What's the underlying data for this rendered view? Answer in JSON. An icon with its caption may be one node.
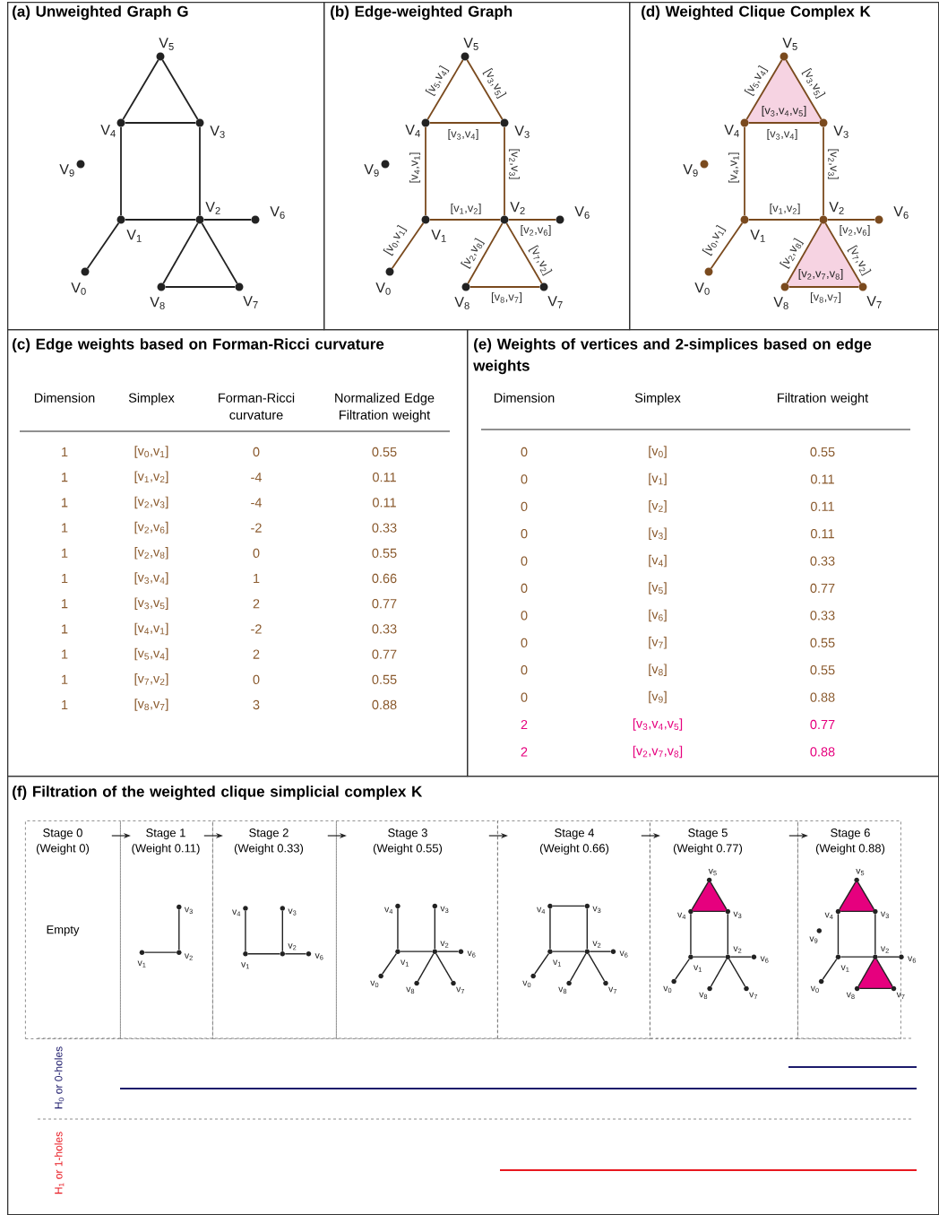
{
  "diagram": {
    "nodes": [
      {
        "text": [
          "(a) Unweighted Graph G"
        ]
      },
      {
        "text": [],
        "shape": "circle",
        "beside": [
          "V$_{5}$"
        ],
        "in": 0
      },
      {
        "text": [],
        "shape": "circle",
        "beside": [
          "V$_{4}$"
        ],
        "in": 0
      },
      {
        "text": [],
        "shape": "circle",
        "beside": [
          "V$_{3}$"
        ],
        "in": 0
      },
      {
        "text": [],
        "shape": "circle",
        "beside": [
          "V$_{9}$"
        ],
        "in": 0
      },
      {
        "text": [],
        "shape": "circle",
        "beside": [
          "V$_{1}$"
        ],
        "in": 0
      },
      {
        "text": [],
        "shape": "circle",
        "beside": [
          "V$_{2}$"
        ],
        "in": 0
      },
      {
        "text": [],
        "shape": "circle",
        "beside": [
          "V$_{6}$"
        ],
        "in": 0
      },
      {
        "text": [],
        "shape": "circle",
        "beside": [
          "V$_{0}$"
        ],
        "in": 0
      },
      {
        "text": [],
        "shape": "circle",
        "beside": [
          "V$_{8}$"
        ],
        "in": 0
      },
      {
        "text": [],
        "shape": "circle",
        "beside": [
          "V$_{7}$"
        ],
        "in": 0
      },
      {
        "text": [
          "(b) Edge-weighted Graph"
        ]
      },
      {
        "text": [],
        "shape": "circle",
        "beside": [
          "V$_{5}$"
        ],
        "in": 11
      },
      {
        "text": [],
        "shape": "circle",
        "beside": [
          "V$_{4}$"
        ],
        "in": 11
      },
      {
        "text": [],
        "shape": "circle",
        "beside": [
          "V$_{3}$"
        ],
        "in": 11
      },
      {
        "text": [],
        "shape": "circle",
        "beside": [
          "V$_{9}$"
        ],
        "in": 11
      },
      {
        "text": [],
        "shape": "circle",
        "beside": [
          "V$_{1}$"
        ],
        "in": 11
      },
      {
        "text": [],
        "shape": "circle",
        "beside": [
          "V$_{2}$"
        ],
        "in": 11
      },
      {
        "text": [],
        "shape": "circle",
        "beside": [
          "V$_{6}$"
        ],
        "in": 11
      },
      {
        "text": [],
        "shape": "circle",
        "beside": [
          "V$_{0}$"
        ],
        "in": 11
      },
      {
        "text": [],
        "shape": "circle",
        "beside": [
          "V$_{8}$"
        ],
        "in": 11
      },
      {
        "text": [],
        "shape": "circle",
        "beside": [
          "V$_{7}$"
        ],
        "in": 11
      },
      {
        "text": [
          "(d) Weighted Clique Complex K"
        ]
      },
      {
        "text": [
          "[v$_{3}$,v$_{4}$,v$_{5}$]"
        ],
        "in": 22
      },
      {
        "text": [
          "[v$_{2}$,v$_{7}$,v$_{8}$]"
        ],
        "in": 22
      },
      {
        "text": [],
        "shape": "circle",
        "beside": [
          "V$_{5}$"
        ],
        "in": 22
      },
      {
        "text": [],
        "shape": "circle",
        "beside": [
          "V$_{4}$"
        ],
        "in": 22
      },
      {
        "text": [],
        "shape": "circle",
        "beside": [
          "V$_{3}$"
        ],
        "in": 22
      },
      {
        "text": [],
        "shape": "circle",
        "beside": [
          "V$_{9}$"
        ],
        "in": 22
      },
      {
        "text": [],
        "shape": "circle",
        "beside": [
          "V$_{1}$"
        ],
        "in": 22
      },
      {
        "text": [],
        "shape": "circle",
        "beside": [
          "V$_{2}$"
        ],
        "in": 22
      },
      {
        "text": [],
        "shape": "circle",
        "beside": [
          "V$_{6}$"
        ],
        "in": 22
      },
      {
        "text": [],
        "shape": "circle",
        "beside": [
          "V$_{0}$"
        ],
        "in": 22
      },
      {
        "text": [],
        "shape": "circle",
        "beside": [
          "V$_{8}$"
        ],
        "in": 22
      },
      {
        "text": [],
        "shape": "circle",
        "beside": [
          "V$_{7}$"
        ],
        "in": 22
      },
      {
        "text": [
          "(c) Edge weights based on Forman-Ricci curvature"
        ]
      },
      {
        "text": [
          "(e) Weights of vertices and 2-simplices based on edge weights"
        ]
      },
      {
        "text": [
          "(f) Filtration of the weighted clique simplicial complex K"
        ]
      },
      {
        "text": [
          "Stage 0",
          "(Weight 0)",
          "Empty"
        ],
        "in": 37
      },
      {
        "text": [
          "Stage 1",
          "(Weight 0.11)"
        ],
        "in": 37
      },
      {
        "text": [],
        "shape": "circle",
        "beside": [
          "v$_{3}$"
        ],
        "in": 39
      },
      {
        "text": [],
        "shape": "circle",
        "beside": [
          "v$_{1}$"
        ],
        "in": 39
      },
      {
        "text": [],
        "shape": "circle",
        "beside": [
          "v$_{2}$"
        ],
        "in": 39
      },
      {
        "text": [
          "Stage 2",
          "(Weight 0.33)"
        ],
        "in": 37
      },
      {
        "text": [],
        "shape": "circle",
        "beside": [
          "v$_{4}$"
        ],
        "in": 43
      },
      {
        "text": [],
        "shape": "circle",
        "beside": [
          "v$_{3}$"
        ],
        "in": 43
      },
      {
        "text": [],
        "shape": "circle",
        "beside": [
          "v$_{1}$"
        ],
        "in": 43
      },
      {
        "text": [],
        "shape": "circle",
        "beside": [
          "v$_{2}$"
        ],
        "in": 43
      },
      {
        "text": [],
        "shape": "circle",
        "beside": [
          "v$_{6}$"
        ],
        "in": 43
      },
      {
        "text": [
          "Stage 3",
          "(Weight 0.55)"
        ],
        "in": 37
      },
      {
        "text": [],
        "shape": "circle",
        "beside": [
          "v$_{4}$"
        ],
        "in": 49
      },
      {
        "text": [],
        "shape": "circle",
        "beside": [
          "v$_{3}$"
        ],
        "in": 49
      },
      {
        "text": [],
        "shape": "circle",
        "beside": [
          "v$_{1}$"
        ],
        "in": 49
      },
      {
        "text": [],
        "shape": "circle",
        "beside": [
          "v$_{2}$"
        ],
        "in": 49
      },
      {
        "text": [],
        "shape": "circle",
        "beside": [
          "v$_{6}$"
        ],
        "in": 49
      },
      {
        "text": [],
        "shape": "circle",
        "beside": [
          "v$_{0}$"
        ],
        "in": 49
      },
      {
        "text": [],
        "shape": "circle",
        "beside": [
          "v$_{8}$"
        ],
        "in": 49
      },
      {
        "text": [],
        "shape": "circle",
        "beside": [
          "v$_{7}$"
        ],
        "in": 49
      },
      {
        "text": [
          "Stage 4",
          "(Weight 0.66)"
        ],
        "in": 37
      },
      {
        "text": [],
        "shape": "circle",
        "beside": [
          "v$_{4}$"
        ],
        "in": 58
      },
      {
        "text": [],
        "shape": "circle",
        "beside": [
          "v$_{3}$"
        ],
        "in": 58
      },
      {
        "text": [],
        "shape": "circle",
        "beside": [
          "v$_{1}$"
        ],
        "in": 58
      },
      {
        "text": [],
        "shape": "circle",
        "beside": [
          "v$_{2}$"
        ],
        "in": 58
      },
      {
        "text": [],
        "shape": "circle",
        "beside": [
          "v$_{6}$"
        ],
        "in": 58
      },
      {
        "text": [],
        "shape": "circle",
        "beside": [
          "v$_{0}$"
        ],
        "in": 58
      },
      {
        "text": [],
        "shape": "circle",
        "beside": [
          "v$_{8}$"
        ],
        "in": 58
      },
      {
        "text": [],
        "shape": "circle",
        "beside": [
          "v$_{7}$"
        ],
        "in": 58
      },
      {
        "text": [
          "Stage 5",
          "(Weight 0.77)"
        ],
        "in": 37
      },
      {
        "text": [],
        "shape": "triangle",
        "in": 67
      },
      {
        "text": [],
        "shape": "circle",
        "beside": [
          "v$_{5}$"
        ],
        "in": 67
      },
      {
        "text": [],
        "shape": "circle",
        "beside": [
          "v$_{4}$"
        ],
        "in": 67
      },
      {
        "text": [],
        "shape": "circle",
        "beside": [
          "v$_{3}$"
        ],
        "in": 67
      },
      {
        "text": [],
        "shape": "circle",
        "beside": [
          "v$_{1}$"
        ],
        "in": 67
      },
      {
        "text": [],
        "shape": "circle",
        "beside": [
          "v$_{2}$"
        ],
        "in": 67
      },
      {
        "text": [],
        "shape": "circle",
        "beside": [
          "v$_{6}$"
        ],
        "in": 67
      },
      {
        "text": [],
        "shape": "circle",
        "beside": [
          "v$_{0}$"
        ],
        "in": 67
      },
      {
        "text": [],
        "shape": "circle",
        "beside": [
          "v$_{8}$"
        ],
        "in": 67
      },
      {
        "text": [],
        "shape": "circle",
        "beside": [
          "v$_{7}$"
        ],
        "in": 67
      },
      {
        "text": [
          "Stage 6",
          "(Weight 0.88)"
        ],
        "in": 37
      },
      {
        "text": [],
        "shape": "triangle",
        "in": 78
      },
      {
        "text": [],
        "shape": "triangle",
        "in": 78
      },
      {
        "text": [],
        "shape": "circle",
        "beside": [
          "v$_{5}$"
        ],
        "in": 78
      },
      {
        "text": [],
        "shape": "circle",
        "beside": [
          "v$_{4}$"
        ],
        "in": 78
      },
      {
        "text": [],
        "shape": "circle",
        "beside": [
          "v$_{3}$"
        ],
        "in": 78
      },
      {
        "text": [],
        "shape": "circle",
        "beside": [
          "v$_{9}$"
        ],
        "in": 78
      },
      {
        "text": [],
        "shape": "circle",
        "beside": [
          "v$_{1}$"
        ],
        "in": 78
      },
      {
        "text": [],
        "shape": "circle",
        "beside": [
          "v$_{2}$"
        ],
        "in": 78
      },
      {
        "text": [],
        "shape": "circle",
        "beside": [
          "v$_{6}$"
        ],
        "in": 78
      },
      {
        "text": [],
        "shape": "circle",
        "beside": [
          "v$_{0}$"
        ],
        "in": 78
      },
      {
        "text": [],
        "shape": "circle",
        "beside": [
          "v$_{8}$"
        ],
        "in": 78
      },
      {
        "text": [],
        "shape": "circle",
        "beside": [
          "v$_{7}$"
        ],
        "in": 78
      }
    ],
    "edges": [
      {
        "from": 1,
        "to": 2,
        "arrow": "none"
      },
      {
        "from": 1,
        "to": 3,
        "arrow": "none"
      },
      {
        "from": 2,
        "to": 3,
        "arrow": "none"
      },
      {
        "from": 2,
        "to": 5,
        "arrow": "none"
      },
      {
        "from": 3,
        "to": 6,
        "arrow": "none"
      },
      {
        "from": 5,
        "to": 6,
        "arrow": "none"
      },
      {
        "from": 6,
        "to": 7,
        "arrow": "none"
      },
      {
        "from": 5,
        "to": 8,
        "arrow": "none"
      },
      {
        "from": 6,
        "to": 9,
        "arrow": "none"
      },
      {
        "from": 6,
        "to": 10,
        "arrow": "none"
      },
      {
        "from": 9,
        "to": 10,
        "arrow": "none"
      },
      {
        "from": 12,
        "to": 13,
        "arrow": "none",
        "color": "#7a4a1e",
        "label": "[v$_{5}$,v$_{4}$]"
      },
      {
        "from": 12,
        "to": 14,
        "arrow": "none",
        "color": "#7a4a1e",
        "label": "[v$_{3}$,v$_{5}$]"
      },
      {
        "from": 13,
        "to": 14,
        "arrow": "none",
        "color": "#7a4a1e",
        "label": "[v$_{3}$,v$_{4}$]"
      },
      {
        "from": 13,
        "to": 16,
        "arrow": "none",
        "color": "#7a4a1e",
        "label": "[v$_{4}$,v$_{1}$]"
      },
      {
        "from": 14,
        "to": 17,
        "arrow": "none",
        "color": "#7a4a1e",
        "label": "[v$_{2}$,v$_{3}$]"
      },
      {
        "from": 16,
        "to": 17,
        "arrow": "none",
        "color": "#7a4a1e",
        "label": "[v$_{1}$,v$_{2}$]"
      },
      {
        "from": 17,
        "to": 18,
        "arrow": "none",
        "color": "#7a4a1e",
        "label": "[v$_{2}$,v$_{6}$]"
      },
      {
        "from": 16,
        "to": 19,
        "arrow": "none",
        "color": "#7a4a1e",
        "label": "[v$_{0}$,v$_{1}$]"
      },
      {
        "from": 17,
        "to": 20,
        "arrow": "none",
        "color": "#7a4a1e",
        "label": "[v$_{2}$,v$_{8}$]"
      },
      {
        "from": 17,
        "to": 21,
        "arrow": "none",
        "color": "#7a4a1e",
        "label": "[v$_{7}$,v$_{2}$]"
      },
      {
        "from": 20,
        "to": 21,
        "arrow": "none",
        "color": "#7a4a1e",
        "label": "[v$_{8}$,v$_{7}$]"
      },
      {
        "from": 25,
        "to": 26,
        "arrow": "none",
        "color": "#7a4a1e",
        "label": "[v$_{5}$,v$_{4}$]"
      },
      {
        "from": 25,
        "to": 27,
        "arrow": "none",
        "color": "#7a4a1e",
        "label": "[v$_{3}$,v$_{5}$]"
      },
      {
        "from": 26,
        "to": 27,
        "arrow": "none",
        "color": "#7a4a1e",
        "label": "[v$_{3}$,v$_{4}$]"
      },
      {
        "from": 26,
        "to": 29,
        "arrow": "none",
        "color": "#7a4a1e",
        "label": "[v$_{4}$,v$_{1}$]"
      },
      {
        "from": 27,
        "to": 30,
        "arrow": "none",
        "color": "#7a4a1e",
        "label": "[v$_{2}$,v$_{3}$]"
      },
      {
        "from": 29,
        "to": 30,
        "arrow": "none",
        "color": "#7a4a1e",
        "label": "[v$_{1}$,v$_{2}$]"
      },
      {
        "from": 30,
        "to": 31,
        "arrow": "none",
        "color": "#7a4a1e",
        "label": "[v$_{2}$,v$_{6}$]"
      },
      {
        "from": 29,
        "to": 32,
        "arrow": "none",
        "color": "#7a4a1e",
        "label": "[v$_{0}$,v$_{1}$]"
      },
      {
        "from": 30,
        "to": 33,
        "arrow": "none",
        "color": "#7a4a1e",
        "label": "[v$_{2}$,v$_{8}$]"
      },
      {
        "from": 30,
        "to": 34,
        "arrow": "none",
        "color": "#7a4a1e",
        "label": "[v$_{7}$,v$_{2}$]"
      },
      {
        "from": 33,
        "to": 34,
        "arrow": "none",
        "color": "#7a4a1e",
        "label": "[v$_{8}$,v$_{7}$]"
      },
      {
        "from": 38,
        "to": 39,
        "arrow": "to"
      },
      {
        "from": 39,
        "to": 43,
        "arrow": "to"
      },
      {
        "from": 43,
        "to": 49,
        "arrow": "to"
      },
      {
        "from": 49,
        "to": 58,
        "arrow": "to"
      },
      {
        "from": 58,
        "to": 67,
        "arrow": "to"
      },
      {
        "from": 67,
        "to": 78,
        "arrow": "to"
      },
      {
        "from": 41,
        "to": 42,
        "arrow": "none"
      },
      {
        "from": 40,
        "to": 42,
        "arrow": "none"
      },
      {
        "from": 44,
        "to": 46,
        "arrow": "none"
      },
      {
        "from": 46,
        "to": 47,
        "arrow": "none"
      },
      {
        "from": 45,
        "to": 47,
        "arrow": "none"
      },
      {
        "from": 47,
        "to": 48,
        "arrow": "none"
      },
      {
        "from": 50,
        "to": 52,
        "arrow": "none"
      },
      {
        "from": 52,
        "to": 53,
        "arrow": "none"
      },
      {
        "from": 51,
        "to": 53,
        "arrow": "none"
      },
      {
        "from": 53,
        "to": 54,
        "arrow": "none"
      },
      {
        "from": 52,
        "to": 55,
        "arrow": "none"
      },
      {
        "from": 53,
        "to": 56,
        "arrow": "none"
      },
      {
        "from": 53,
        "to": 57,
        "arrow": "none"
      },
      {
        "from": 59,
        "to": 60,
        "arrow": "none"
      },
      {
        "from": 59,
        "to": 61,
        "arrow": "none"
      },
      {
        "from": 60,
        "to": 62,
        "arrow": "none"
      },
      {
        "from": 61,
        "to": 62,
        "arrow": "none"
      },
      {
        "from": 62,
        "to": 63,
        "arrow": "none"
      },
      {
        "from": 61,
        "to": 64,
        "arrow": "none"
      },
      {
        "from": 62,
        "to": 65,
        "arrow": "none"
      },
      {
        "from": 62,
        "to": 66,
        "arrow": "none"
      },
      {
        "from": 69,
        "to": 70,
        "arrow": "none"
      },
      {
        "from": 69,
        "to": 71,
        "arrow": "none"
      },
      {
        "from": 70,
        "to": 71,
        "arrow": "none"
      },
      {
        "from": 70,
        "to": 72,
        "arrow": "none"
      },
      {
        "from": 71,
        "to": 73,
        "arrow": "none"
      },
      {
        "from": 72,
        "to": 73,
        "arrow": "none"
      },
      {
        "from": 73,
        "to": 74,
        "arrow": "none"
      },
      {
        "from": 72,
        "to": 75,
        "arrow": "none"
      },
      {
        "from": 73,
        "to": 76,
        "arrow": "none"
      },
      {
        "from": 73,
        "to": 77,
        "arrow": "none"
      },
      {
        "from": 81,
        "to": 82,
        "arrow": "none"
      },
      {
        "from": 81,
        "to": 83,
        "arrow": "none"
      },
      {
        "from": 82,
        "to": 83,
        "arrow": "none"
      },
      {
        "from": 82,
        "to": 85,
        "arrow": "none"
      },
      {
        "from": 83,
        "to": 86,
        "arrow": "none"
      },
      {
        "from": 85,
        "to": 86,
        "arrow": "none"
      },
      {
        "from": 86,
        "to": 87,
        "arrow": "none"
      },
      {
        "from": 85,
        "to": 88,
        "arrow": "none"
      },
      {
        "from": 86,
        "to": 89,
        "arrow": "none"
      },
      {
        "from": 86,
        "to": 90,
        "arrow": "none"
      },
      {
        "from": 89,
        "to": 90,
        "arrow": "none"
      }
    ],
    "labels": [
      "Dimension",
      "Simplex",
      "Forman-Ricci curvature",
      "Normalized Edge Filtration weight",
      "1",
      "[v$_{0}$,v$_{1}$]",
      "0",
      "0.55",
      "1",
      "[v$_{1}$,v$_{2}$]",
      "-4",
      "0.11",
      "1",
      "[v$_{2}$,v$_{3}$]",
      "-4",
      "0.11",
      "1",
      "[v$_{2}$,v$_{6}$]",
      "-2",
      "0.33",
      "1",
      "[v$_{2}$,v$_{8}$]",
      "0",
      "0.55",
      "1",
      "[v$_{3}$,v$_{4}$]",
      "1",
      "0.66",
      "1",
      "[v$_{3}$,v$_{5}$]",
      "2",
      "0.77",
      "1",
      "[v$_{4}$,v$_{1}$]",
      "-2",
      "0.33",
      "1",
      "[v$_{5}$,v$_{4}$]",
      "2",
      "0.77",
      "1",
      "[v$_{7}$,v$_{2}$]",
      "0",
      "0.55",
      "1",
      "[v$_{8}$,v$_{7}$]",
      "3",
      "0.88",
      "Dimension",
      "Simplex",
      "Filtration weight",
      "0",
      "[v$_{0}$]",
      "0.55",
      "0",
      "[v$_{1}$]",
      "0.11",
      "0",
      "[v$_{2}$]",
      "0.11",
      "0",
      "[v$_{3}$]",
      "0.11",
      "0",
      "[v$_{4}$]",
      "0.33",
      "0",
      "[v$_{5}$]",
      "0.77",
      "0",
      "[v$_{6}$]",
      "0.33",
      "0",
      "[v$_{7}$]",
      "0.55",
      "0",
      "[v$_{8}$]",
      "0.55",
      "0",
      "[v$_{9}$]",
      "0.88",
      "2",
      "[v$_{3}$,v$_{4}$,v$_{5}$]",
      "0.77",
      "2",
      "[v$_{2}$,v$_{7}$,v$_{8}$]",
      "0.88",
      "H$_{0}$ or 0-holes",
      "H$_{1}$ or 1-holes"
    ]
  }
}
